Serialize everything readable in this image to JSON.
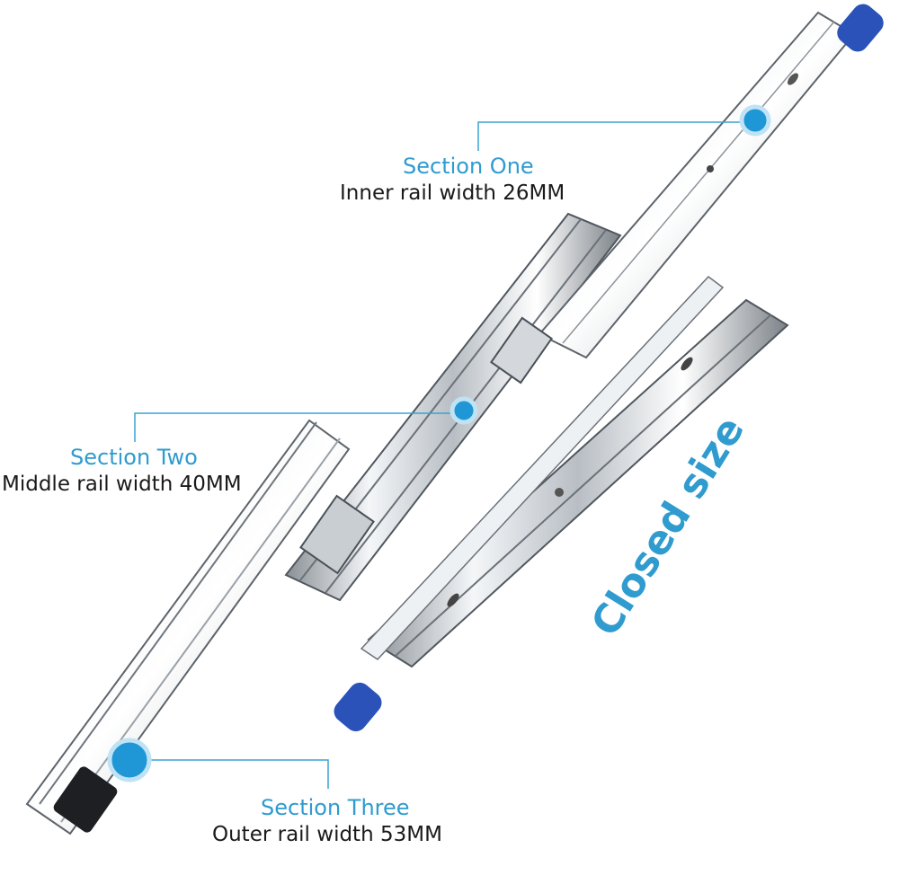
{
  "colors": {
    "accent": "#2f9bcf",
    "dot": "#1f97d6",
    "leader": "#3aa2d2",
    "handle": "#2a52b8",
    "text": "#1a1a1a"
  },
  "callouts": {
    "section_one": {
      "title": "Section One",
      "desc": "Inner rail width 26MM"
    },
    "section_two": {
      "title": "Section Two",
      "desc": "Middle rail width 40MM"
    },
    "section_three": {
      "title": "Section Three",
      "desc": "Outer rail width 53MM"
    }
  },
  "closed_size_label": "Closed size"
}
